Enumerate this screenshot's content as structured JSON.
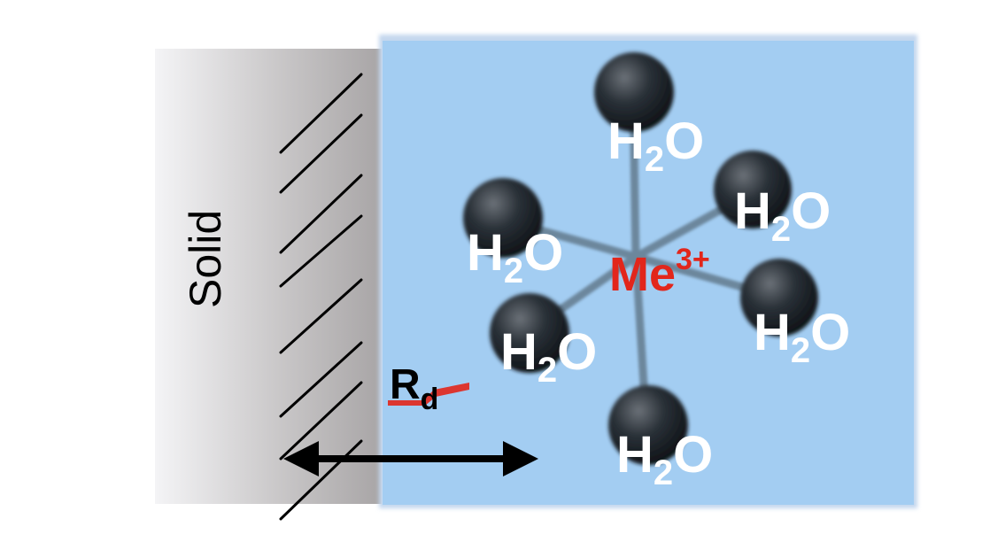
{
  "diagram": {
    "solid_label": "Solid",
    "ion": {
      "symbol": "Me",
      "charge": "3+"
    },
    "ligands": [
      {
        "main": "H",
        "sub": "2",
        "tail": "O"
      },
      {
        "main": "H",
        "sub": "2",
        "tail": "O"
      },
      {
        "main": "H",
        "sub": "2",
        "tail": "O"
      },
      {
        "main": "H",
        "sub": "2",
        "tail": "O"
      },
      {
        "main": "H",
        "sub": "2",
        "tail": "O"
      },
      {
        "main": "H",
        "sub": "2",
        "tail": "O"
      }
    ],
    "distance_label": {
      "main": "R",
      "sub": "d"
    },
    "colors": {
      "solution": "#a3cdf2",
      "solution_border": "#bcd3ec",
      "solid_light": "#f2f2f4",
      "solid_dark": "#a8a5a6",
      "ion": "#e2261b",
      "water_label": "#ffffff",
      "molecule": "#2a3138"
    }
  }
}
